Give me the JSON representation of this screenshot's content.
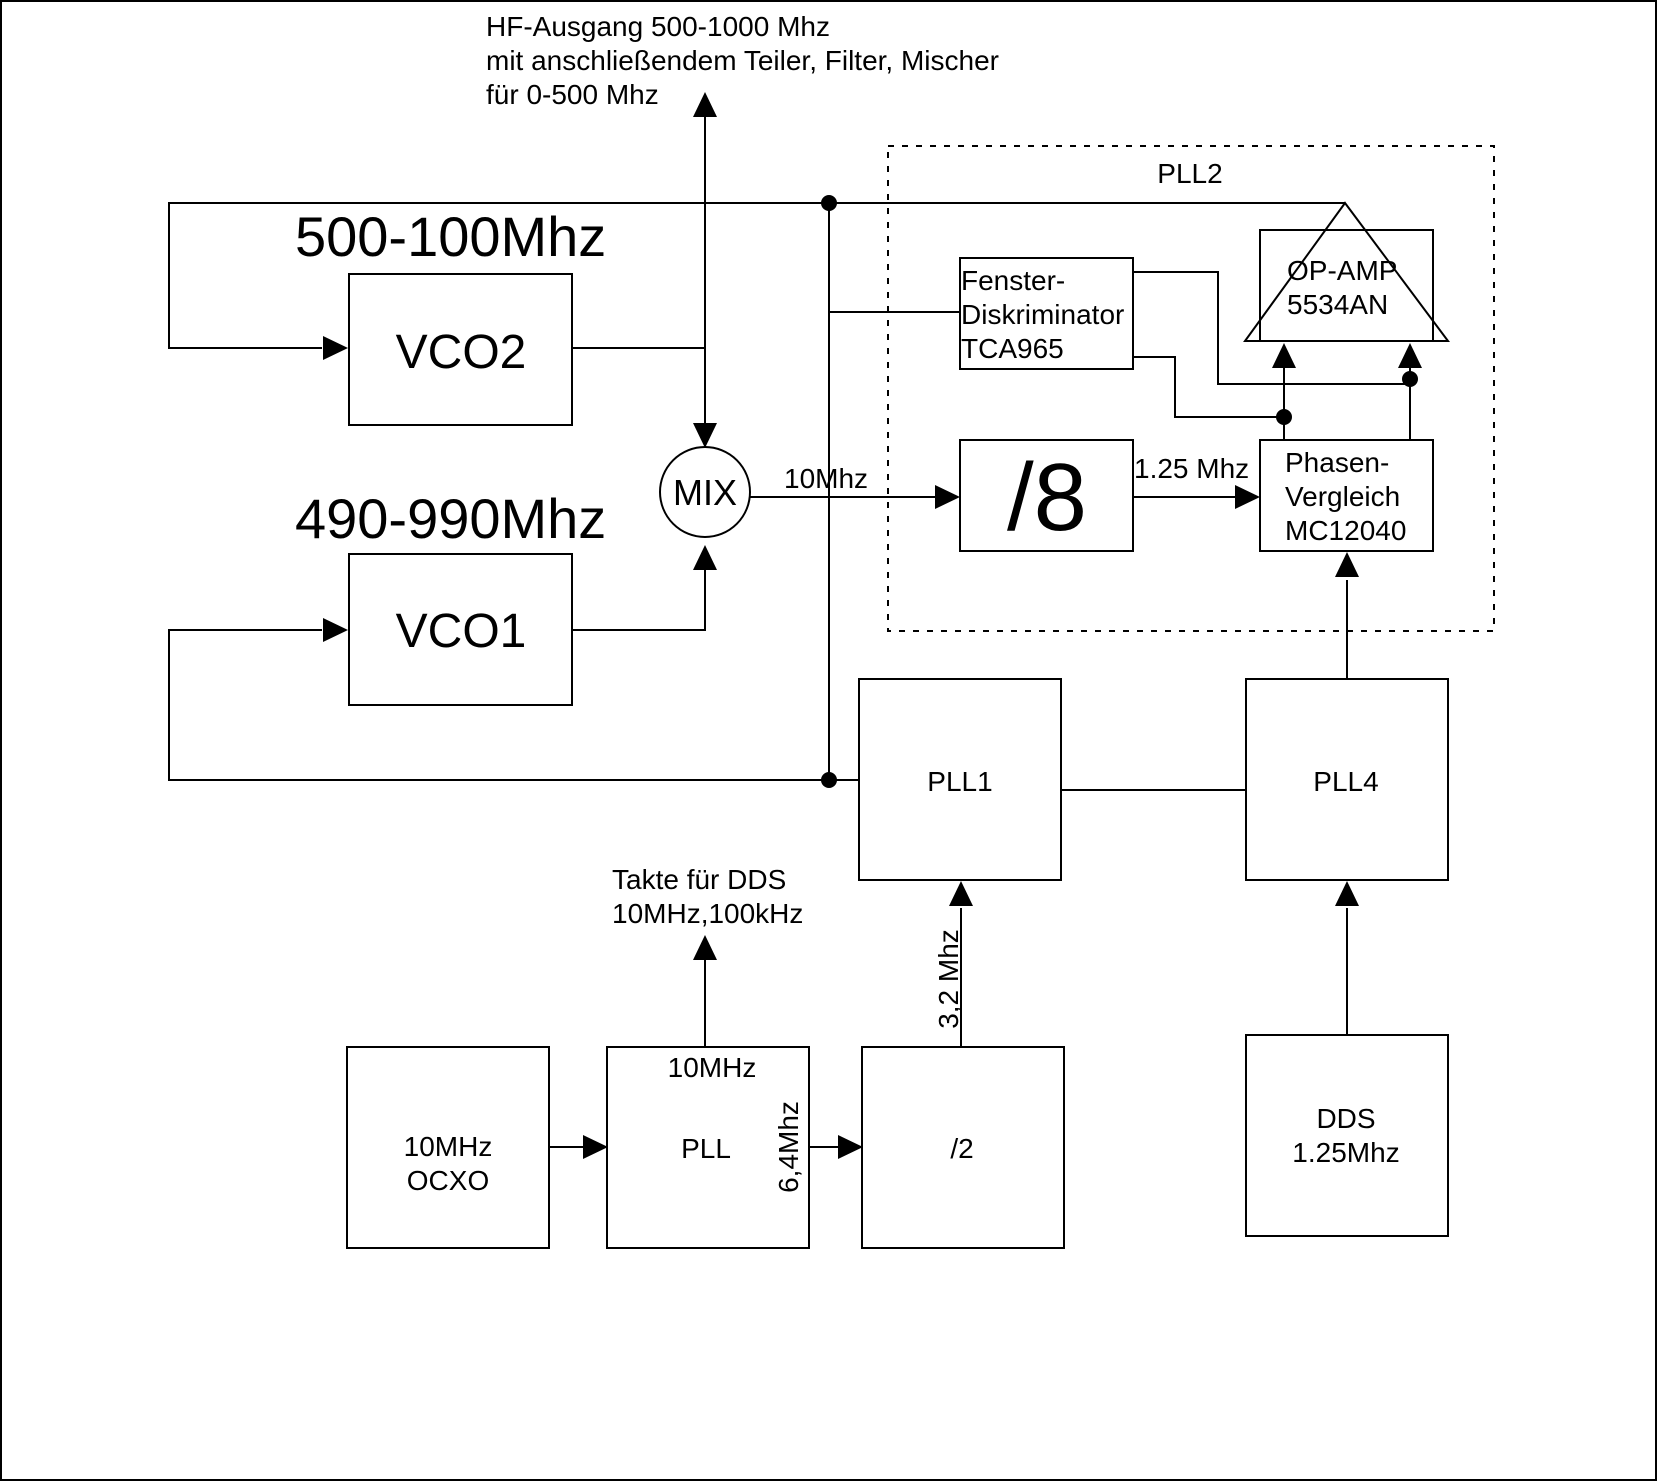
{
  "output_note": {
    "line1": "HF-Ausgang 500-1000 Mhz",
    "line2": "mit anschließendem Teiler, Filter, Mischer",
    "line3": "für 0-500 Mhz"
  },
  "pll2_label": "PLL2",
  "vco2": {
    "range": "500-100Mhz",
    "label": "VCO2"
  },
  "vco1": {
    "range": "490-990Mhz",
    "label": "VCO1"
  },
  "mixer": {
    "label": "MIX",
    "out_freq": "10Mhz"
  },
  "discriminator": {
    "line1": "Fenster-",
    "line2": "Diskriminator",
    "line3": "TCA965"
  },
  "opamp": {
    "line1": "OP-AMP",
    "line2": "5534AN"
  },
  "divider8": {
    "label": "/8",
    "out_freq": "1.25 Mhz"
  },
  "phase_comparator": {
    "line1": "Phasen-",
    "line2": "Vergleich",
    "line3": "MC12040"
  },
  "pll1": {
    "label": "PLL1"
  },
  "pll4": {
    "label": "PLL4"
  },
  "dds_clock_note": {
    "line1": "Takte für DDS",
    "line2": "10MHz,100kHz"
  },
  "freq_3_2": "3,2 Mhz",
  "ocxo": {
    "line1": "10MHz",
    "line2": "OCXO"
  },
  "pll": {
    "top": "10MHz",
    "label": "PLL",
    "side": "6,4Mhz"
  },
  "div2": {
    "label": "/2"
  },
  "dds": {
    "line1": "DDS",
    "line2": "1.25Mhz"
  }
}
